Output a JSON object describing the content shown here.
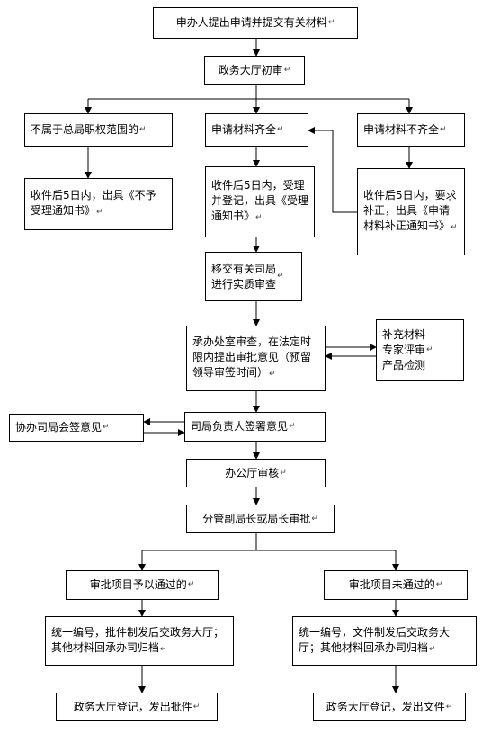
{
  "nodes": {
    "n1": "申办人提出申请并提交有关材料",
    "n2": "政务大厅初审",
    "n3a": "不属于总局职权范围的",
    "n3b": "申请材料齐全",
    "n3c": "申请材料不齐全",
    "n4a": "收件后5日内，出具《不予受理通知书》",
    "n4b": "收件后5日内，受理并登记，出具《受理通知书》",
    "n4c": "收件后5日内，要求补正，出具《申请材料补正通知书》",
    "n5": "移交有关司局\n进行实质审查",
    "n6": "承办处室审查，在法定时限内提出审批意见（预留领导审签时间）",
    "n6r": "补充材料\n专家评审\n产品检测",
    "n7": "司局负责人签署意见",
    "n7l": "协办司局会签意见",
    "n8": "办公厅审核",
    "n9": "分管副局长或局长审批",
    "n10a": "审批项目予以通过的",
    "n10b": "审批项目未通过的",
    "n11a": "统一编号，批件制发后交政务大厅；其他材料回承办司归档",
    "n11b": "统一编号，文件制发后交政务大厅；其他材料回承办司归档",
    "n12a": "政务大厅登记，发出批件",
    "n12b": "政务大厅登记，发出文件"
  },
  "line_end_mark": "↵"
}
